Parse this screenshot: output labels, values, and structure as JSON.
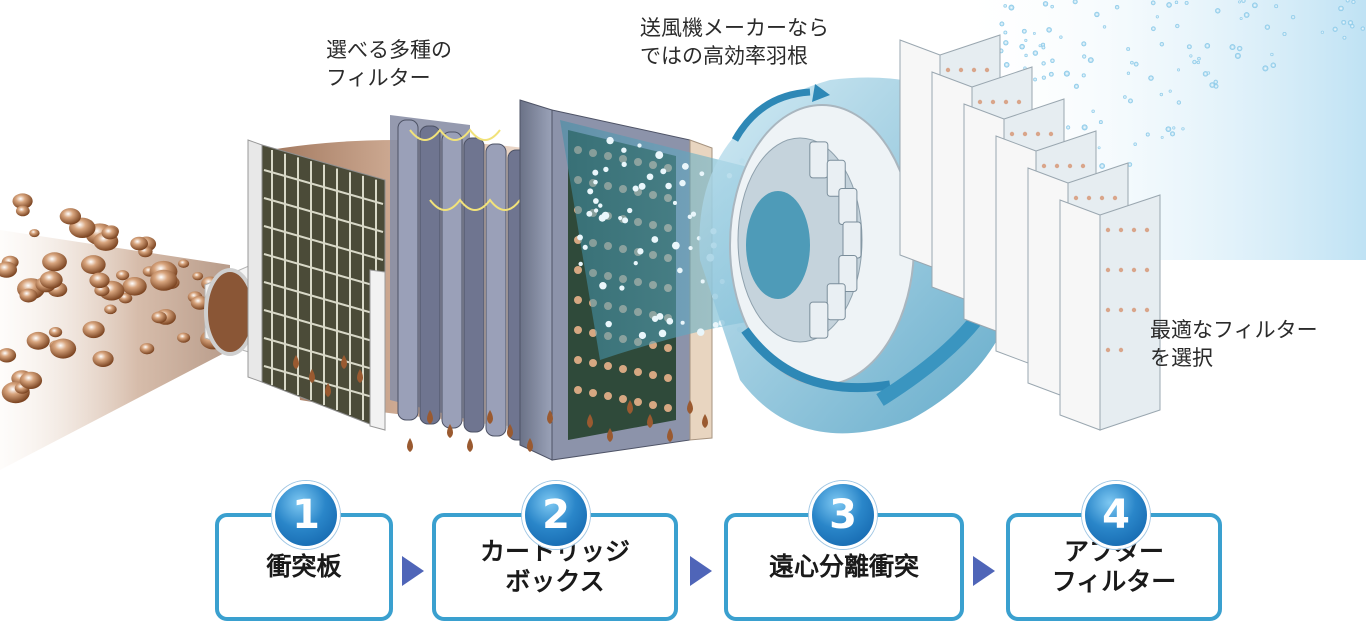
{
  "labels": {
    "filters": [
      "選べる多種の",
      "フィルター"
    ],
    "fan": [
      "送風機メーカーなら",
      "ではの高効率羽根"
    ],
    "after_filter": [
      "最適なフィルター",
      "を選択"
    ]
  },
  "steps": [
    {
      "number": "1",
      "lines": [
        "衝突板"
      ]
    },
    {
      "number": "2",
      "lines": [
        "カートリッジ",
        "ボックス"
      ]
    },
    {
      "number": "3",
      "lines": [
        "遠心分離衝突"
      ]
    },
    {
      "number": "4",
      "lines": [
        "アフター",
        "フィルター"
      ]
    }
  ],
  "colors": {
    "step_border": "#3aa0cf",
    "badge_blue": "#1e6fb8",
    "arrow_blue": "#4f65b8",
    "oil_brown": "#a86a3e",
    "airflow_teal": "#5fb3cf"
  }
}
